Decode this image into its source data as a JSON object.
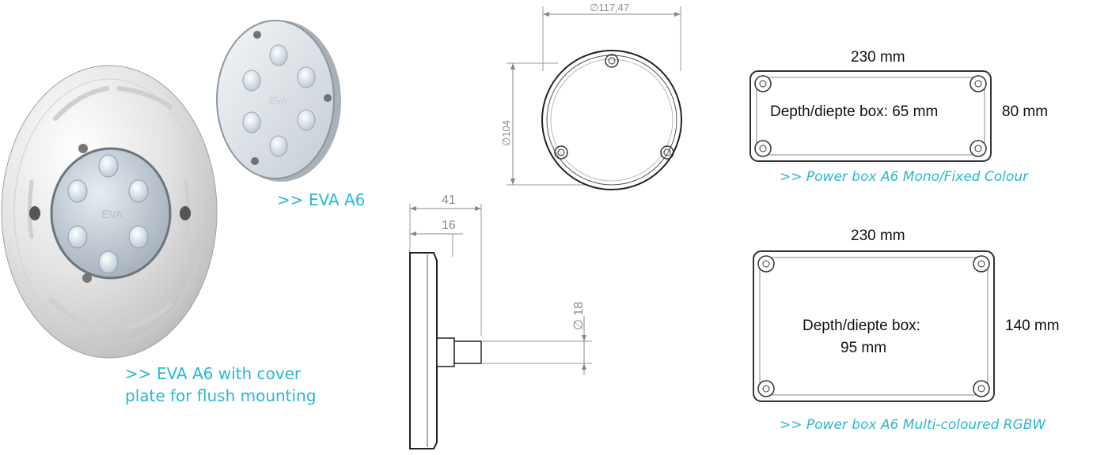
{
  "products": {
    "eva_a6_label": ">> EVA A6",
    "eva_a6_cover_line1": ">> EVA A6 with cover",
    "eva_a6_cover_line2": "plate for flush mounting",
    "lens_text": "EVA"
  },
  "drawing": {
    "top_diameter": "∅117,47",
    "side_diameter": "∅104",
    "depth_total": "41",
    "depth_inner": "16",
    "cable_diameter": "∅ 18"
  },
  "power_box_mono": {
    "width": "230 mm",
    "height": "80 mm",
    "depth": "Depth/diepte box: 65 mm",
    "caption": ">> Power box A6 Mono/Fixed Colour"
  },
  "power_box_rgbw": {
    "width": "230 mm",
    "height": "140 mm",
    "depth_line1": "Depth/diepte box:",
    "depth_line2": "95 mm",
    "caption": ">> Power box A6 Multi-coloured RGBW"
  },
  "colors": {
    "accent": "#2bb6d2",
    "line": "#333333",
    "dimension": "#8a8a8a"
  }
}
